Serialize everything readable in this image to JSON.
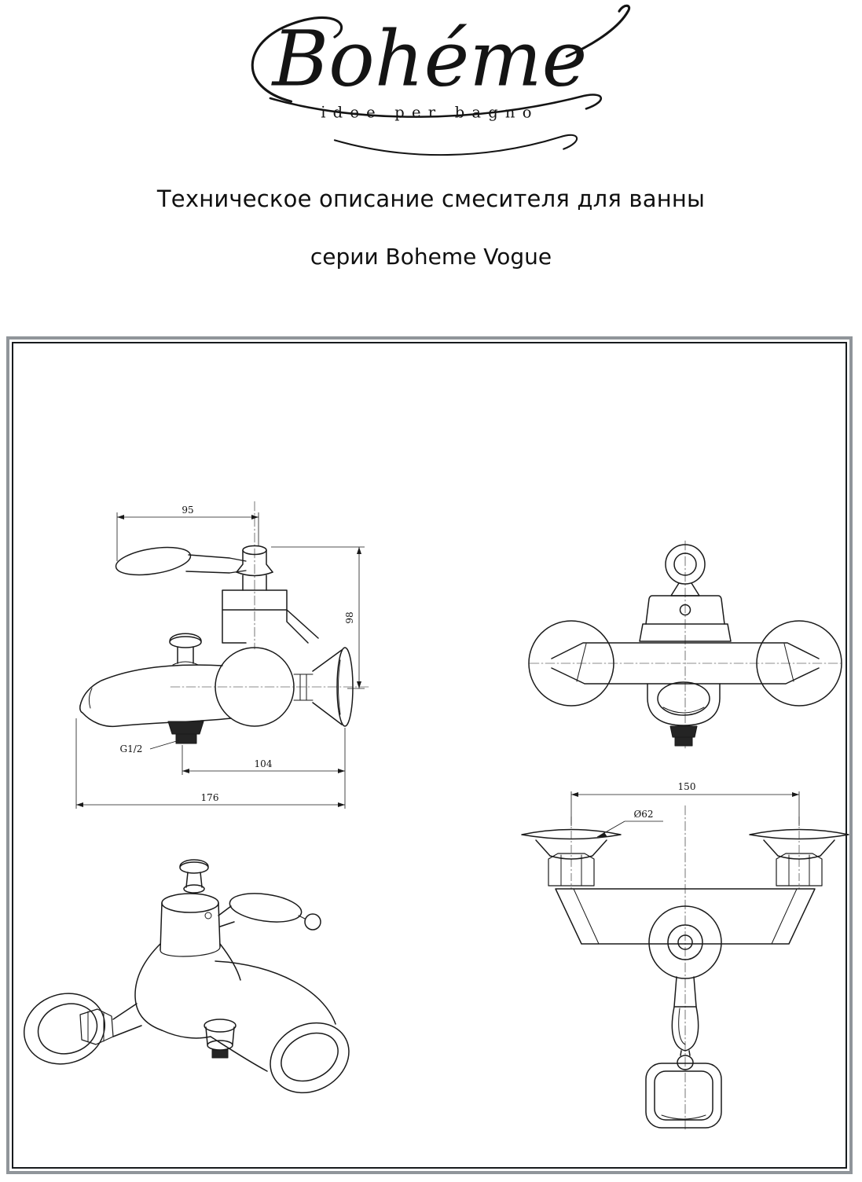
{
  "logo": {
    "brand": "Bohéme",
    "tagline": "idee per bagno"
  },
  "title": {
    "line1": "Техническое описание смесителя для ванны",
    "line2": "серии Boheme Vogue"
  },
  "drawings": {
    "side_view": {
      "dim_width_top": "95",
      "dim_height": "98",
      "thread_label": "G1/2",
      "dim_spout": "104",
      "dim_total": "176"
    },
    "front_view": {
      "dim_centers": "150",
      "dim_flange": "Ø62"
    }
  },
  "colors": {
    "ink": "#1a1a1a",
    "frame_outer": "#90959a",
    "frame_inner": "#181b1e",
    "paper": "#ffffff"
  }
}
